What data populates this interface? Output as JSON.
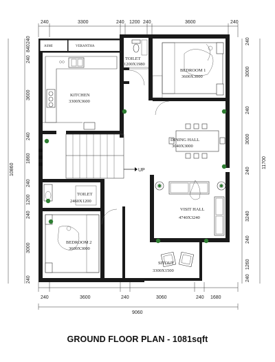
{
  "title": "GROUND FLOOR PLAN - 1081sqft",
  "top_dimensions": [
    "240",
    "3300",
    "240",
    "1200",
    "240",
    "3600",
    "240"
  ],
  "bottom_dimensions": [
    "240",
    "3600",
    "240",
    "3060",
    "240",
    "1680"
  ],
  "bottom_total": "9060",
  "left_dimensions": [
    "240",
    "840",
    "240",
    "3600",
    "240",
    "1860",
    "240",
    "1200",
    "240",
    "3000",
    "240"
  ],
  "left_total": "10860",
  "right_dimensions": [
    "240",
    "3000",
    "240",
    "3000",
    "240",
    "3240",
    "240",
    "1260",
    "240"
  ],
  "right_total": "11700",
  "rooms": {
    "asmi": "ASMI",
    "verandha": "VERANTHA",
    "toilet_top_name": "TOILET",
    "toilet_top_size": "1200X1980",
    "bedroom1_name": "BEDROOM 1",
    "bedroom1_size": "3600X3000",
    "kitchen_name": "KITCHEN",
    "kitchen_size": "3300X3600",
    "dining_name": "DINING HALL",
    "dining_size": "3040X3000",
    "up_label": "UP",
    "toilet_bottom_name": "TOILET",
    "toilet_bottom_size": "2460X1200",
    "visit_name": "VISIT HALL",
    "visit_size": "4740X3240",
    "bedroom2_name": "BEDROOM 2",
    "bedroom2_size": "3600X3000",
    "sitout_name": "SITOUT",
    "sitout_size": "3300X1500"
  }
}
